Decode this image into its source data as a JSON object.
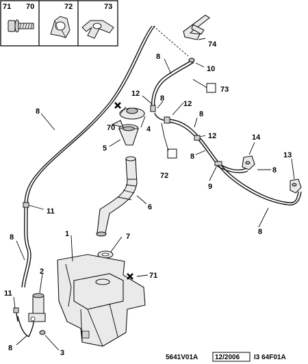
{
  "legend": {
    "boxes": [
      {
        "left_no": "71",
        "right_no": "70"
      },
      {
        "left_no": "",
        "right_no": "72"
      },
      {
        "left_no": "",
        "right_no": "73"
      }
    ]
  },
  "callouts": {
    "c74": "74",
    "c10": "10",
    "c8_top": "8",
    "c73": "73",
    "c12_a": "12",
    "c8_b": "8",
    "c12_b": "12",
    "c8_c": "8",
    "c8_left": "8",
    "c70": "70",
    "c4": "4",
    "c5": "5",
    "c12_c": "12",
    "c72": "72",
    "c8_d": "8",
    "c14": "14",
    "c13": "13",
    "c8_e": "8",
    "c9": "9",
    "c6": "6",
    "c11_upper": "11",
    "c8_right": "8",
    "c8_lower_left": "8",
    "c1": "1",
    "c7": "7",
    "c71": "71",
    "c2": "2",
    "c11_lower": "11",
    "c8_bottom": "8",
    "c3": "3"
  },
  "footer": {
    "ref1": "5641V01A",
    "date": "12/2006",
    "ref2": "I3 64F01A"
  }
}
